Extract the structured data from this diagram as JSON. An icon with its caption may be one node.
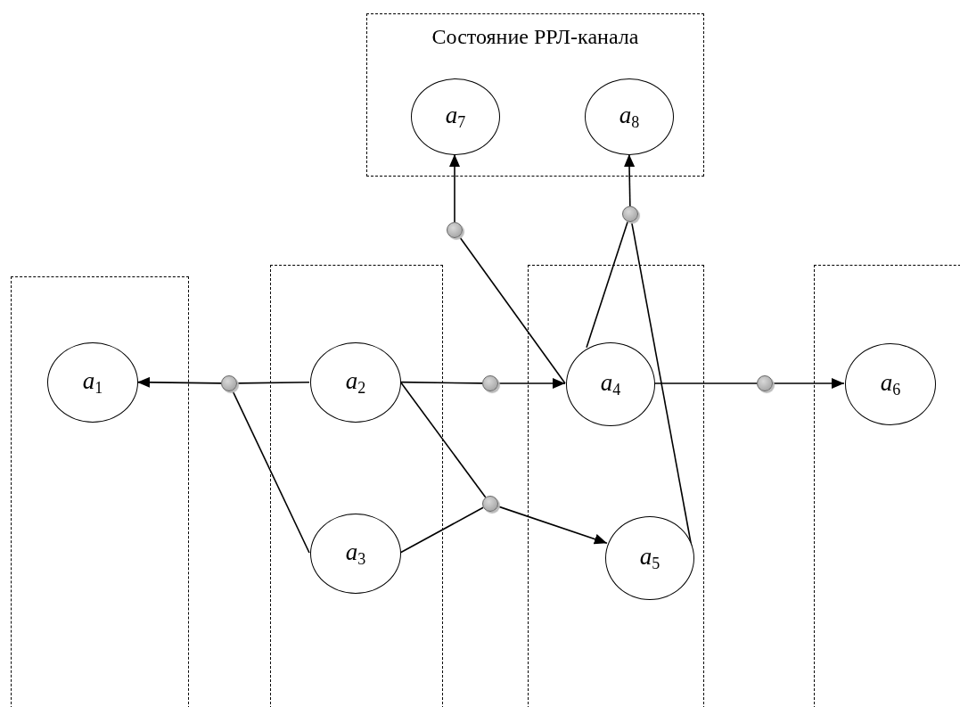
{
  "diagram": {
    "nodes": [
      {
        "text": [
          "Состояние РРЛ-канала"
        ]
      },
      {
        "text": [
          "*a*$_{7}$"
        ],
        "in": 0
      },
      {
        "text": [
          "*a*$_{8}$"
        ],
        "in": 0
      },
      {
        "text": [],
        "shape": "circle"
      },
      {
        "text": [],
        "shape": "circle"
      },
      {
        "text": [],
        "shape": "box"
      },
      {
        "text": [
          "*a*$_{1}$"
        ],
        "in": 5
      },
      {
        "text": [],
        "shape": "box"
      },
      {
        "text": [
          "*a*$_{2}$"
        ],
        "in": 7
      },
      {
        "text": [
          "*a*$_{3}$"
        ],
        "in": 7
      },
      {
        "text": [],
        "shape": "box"
      },
      {
        "text": [
          "*a*$_{4}$"
        ],
        "in": 10
      },
      {
        "text": [
          "*a*$_{5}$"
        ],
        "in": 10
      },
      {
        "text": [],
        "shape": "box"
      },
      {
        "text": [
          "*a*$_{6}$"
        ],
        "in": 13
      },
      {
        "text": [],
        "shape": "circle"
      },
      {
        "text": [],
        "shape": "circle"
      },
      {
        "text": [],
        "shape": "circle"
      },
      {
        "text": [],
        "shape": "circle"
      }
    ],
    "edges": [
      {
        "from": 15,
        "to": 6,
        "arrow": "to"
      },
      {
        "from": 8,
        "to": 15,
        "arrow": "none"
      },
      {
        "from": 9,
        "to": 15,
        "arrow": "none"
      },
      {
        "from": 8,
        "to": 16,
        "arrow": "none"
      },
      {
        "from": 16,
        "to": 11,
        "arrow": "to"
      },
      {
        "from": 8,
        "to": 17,
        "arrow": "none"
      },
      {
        "from": 9,
        "to": 17,
        "arrow": "none"
      },
      {
        "from": 17,
        "to": 12,
        "arrow": "to"
      },
      {
        "from": 11,
        "to": 18,
        "arrow": "none"
      },
      {
        "from": 18,
        "to": 14,
        "arrow": "to"
      },
      {
        "from": 11,
        "to": 3,
        "arrow": "none"
      },
      {
        "from": 3,
        "to": 1,
        "arrow": "to"
      },
      {
        "from": 11,
        "to": 4,
        "arrow": "none"
      },
      {
        "from": 12,
        "to": 4,
        "arrow": "none"
      },
      {
        "from": 4,
        "to": 2,
        "arrow": "to"
      }
    ]
  }
}
